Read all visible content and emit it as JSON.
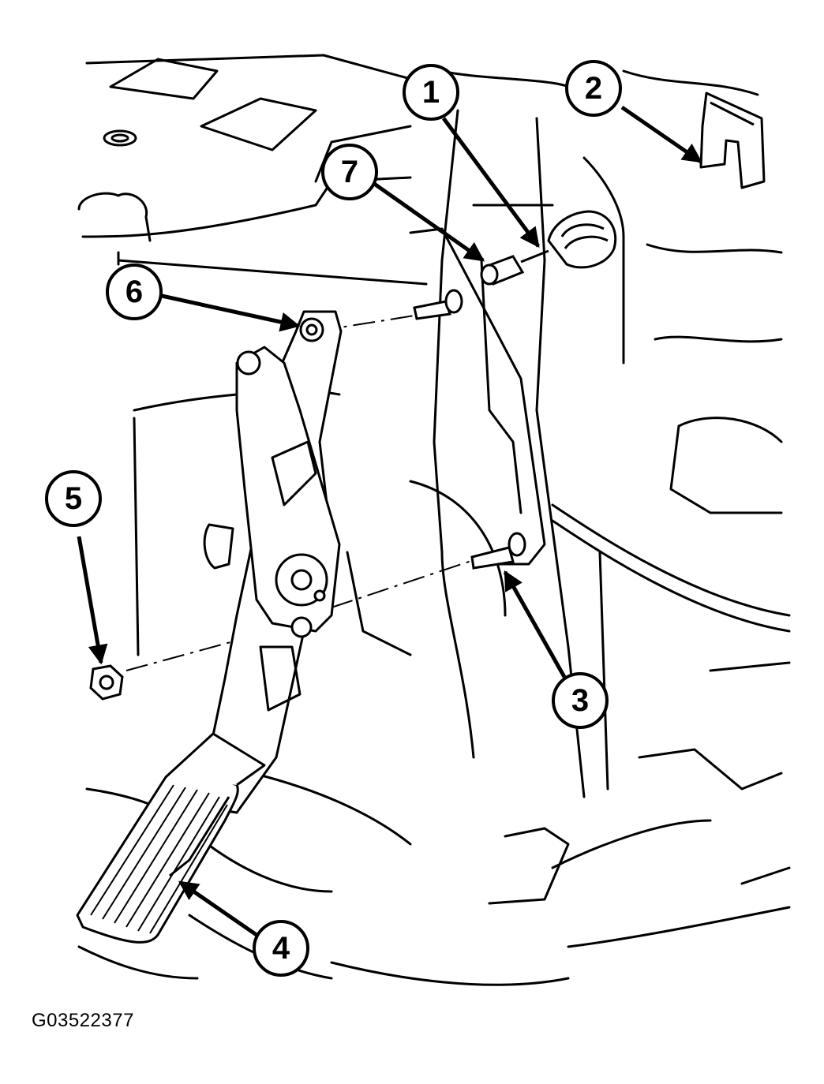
{
  "figure": {
    "reference_code": "G03522377",
    "callouts": [
      "1",
      "2",
      "3",
      "4",
      "5",
      "6",
      "7"
    ]
  }
}
